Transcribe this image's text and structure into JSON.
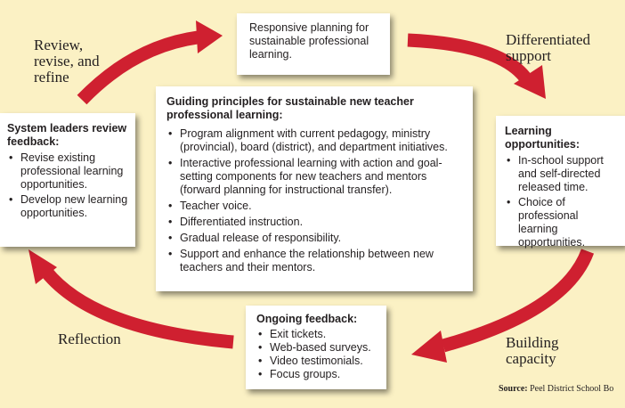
{
  "top_box": {
    "text": "Responsive planning for sustainable professional learning."
  },
  "center_box": {
    "title": "Guiding principles for sustainable new teacher professional learning:",
    "items": [
      "Program alignment with current pedagogy, ministry (provincial), board (district), and department initiatives.",
      "Interactive professional learning with action and goal-setting components for new teachers and mentors (forward planning for instructional transfer).",
      "Teacher voice.",
      "Differentiated instruction.",
      "Gradual release of responsibility.",
      "Support and enhance the relationship between new teachers and their mentors."
    ]
  },
  "left_box": {
    "title": "System leaders review feedback:",
    "items": [
      "Revise existing professional learning opportunities.",
      "Develop new learning opportunities."
    ]
  },
  "right_box": {
    "title": "Learning opportunities:",
    "items": [
      "In-school support and self-directed released time.",
      "Choice of professional learning opportunities."
    ]
  },
  "bottom_box": {
    "title": "Ongoing feedback:",
    "items": [
      "Exit tickets.",
      "Web-based surveys.",
      "Video testimonials.",
      "Focus groups."
    ]
  },
  "labels": {
    "review": "Review, revise, and refine",
    "differentiated": "Differentiated support",
    "building": "Building capacity",
    "reflection": "Reflection"
  },
  "source": {
    "label": "Source:",
    "text": "Peel District School Bo"
  },
  "colors": {
    "background": "#fbf1c4",
    "arrow": "#cf2030",
    "box": "#ffffff"
  }
}
